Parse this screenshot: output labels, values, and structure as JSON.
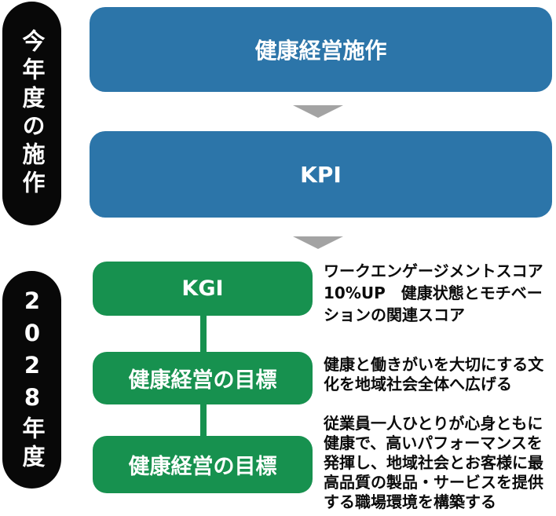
{
  "colors": {
    "primary_blue": "#2c75a9",
    "primary_green": "#17914f",
    "arrow_gray": "#a3a3a3",
    "pill_black": "#080808",
    "text_black": "#0b0b0b"
  },
  "side_labels": {
    "current": "今年度の施作",
    "target_year": "2028年度"
  },
  "flow_boxes": {
    "measures": "健康経営施作",
    "kpi": "KPI"
  },
  "goal_boxes": [
    {
      "label": "KGI",
      "description": "ワークエンゲージメントスコア\n10%UP　健康状態とモチベー\nションの関連スコア"
    },
    {
      "label": "健康経営の目標",
      "description": "健康と働きがいを大切にする文\n化を地域社会全体へ広げる"
    },
    {
      "label": "健康経営の目標",
      "description": "従業員一人ひとりが心身ともに\n健康で、高いパフォーマンスを\n発揮し、地域社会とお客様に最\n高品質の製品・サービスを提供\nする職場環境を構築する"
    }
  ]
}
